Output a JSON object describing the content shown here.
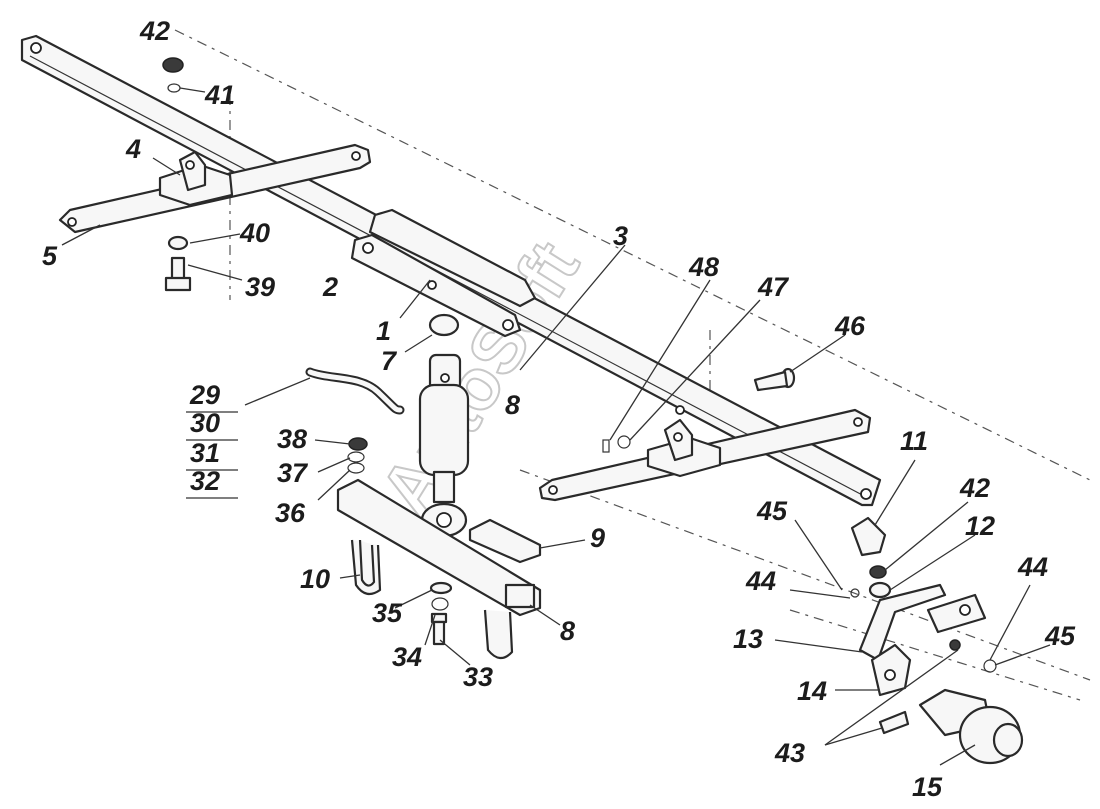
{
  "watermark": "AutoSoft",
  "labels": {
    "l1": "1",
    "l2": "2",
    "l3": "3",
    "l4": "4",
    "l5": "5",
    "l7": "7",
    "l8a": "8",
    "l8b": "8",
    "l9": "9",
    "l10": "10",
    "l11": "11",
    "l12": "12",
    "l13": "13",
    "l14": "14",
    "l15": "15",
    "l29": "29",
    "l30": "30",
    "l31": "31",
    "l32": "32",
    "l33": "33",
    "l34": "34",
    "l35": "35",
    "l36": "36",
    "l37": "37",
    "l38": "38",
    "l39": "39",
    "l40": "40",
    "l41": "41",
    "l42a": "42",
    "l42b": "42",
    "l43": "43",
    "l44a": "44",
    "l44b": "44",
    "l45a": "45",
    "l45b": "45",
    "l46": "46",
    "l47": "47",
    "l48": "48"
  }
}
